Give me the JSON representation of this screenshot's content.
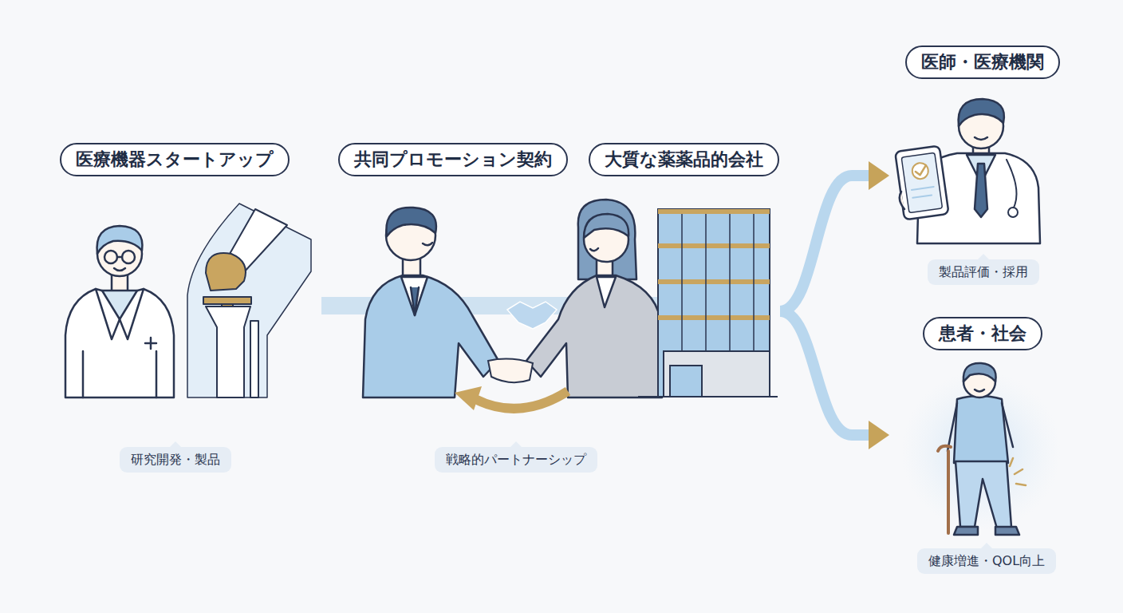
{
  "diagram": {
    "nodes": [
      {
        "text": [
          "医療機器スタートアップ",
          "研究開発・製品"
        ]
      },
      {
        "text": [
          "共同プロモーション契約",
          "戦略的パートナーシップ"
        ]
      },
      {
        "text": [
          "大質な薬薬品的会社"
        ]
      },
      {
        "text": [
          "医師・医療機関",
          "製品評価・採用"
        ]
      },
      {
        "text": [
          "患者・社会",
          "健康増進・QOL向上"
        ]
      }
    ],
    "edges": [
      {
        "from": 2,
        "to": 3,
        "arrow": "to"
      },
      {
        "from": 2,
        "to": 4,
        "arrow": "to"
      }
    ]
  }
}
